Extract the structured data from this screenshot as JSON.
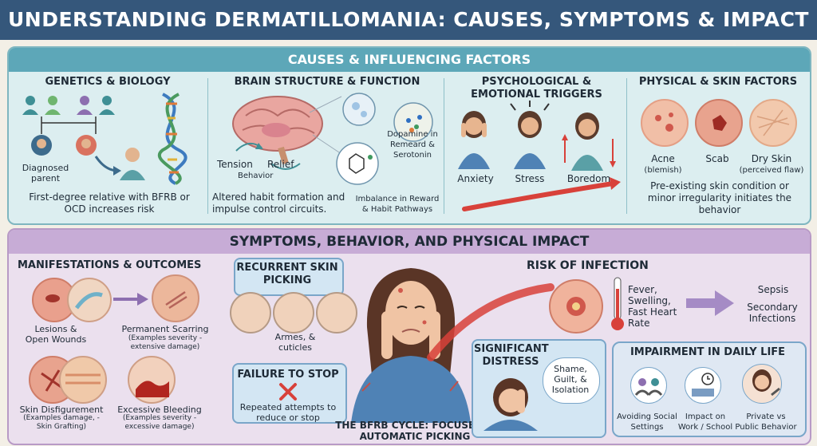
{
  "title": "UNDERSTANDING DERMATILLOMANIA: CAUSES, SYMPTOMS & IMPACT",
  "causes": {
    "heading": "CAUSES & INFLUENCING FACTORS",
    "genetics": {
      "heading": "GENETICS & BIOLOGY",
      "diagnosed_label": "Diagnosed parent",
      "caption": "First-degree relative with BFRB or OCD increases risk"
    },
    "brain": {
      "heading": "BRAIN STRUCTURE & FUNCTION",
      "tension": "Tension",
      "relief": "Relief",
      "behavior": "Behavior",
      "dopamine": "Dopamine in Remeard & Serotonin",
      "caption": "Altered habit formation and impulse control circuits.",
      "imbalance": "Imbalance in Reward & Habit Pathways"
    },
    "psych": {
      "heading": "PSYCHOLOGICAL & EMOTIONAL TRIGGERS",
      "anxiety": "Anxiety",
      "stress": "Stress",
      "boredom": "Boredom"
    },
    "physical": {
      "heading": "PHYSICAL & SKIN FACTORS",
      "acne": "Acne",
      "acne_sub": "(blemish)",
      "scab": "Scab",
      "dry": "Dry Skin",
      "dry_sub": "(perceived flaw)",
      "caption": "Pre-existing skin condition or minor irregularity initiates the behavior"
    }
  },
  "symptoms": {
    "heading": "SYMPTOMS, BEHAVIOR, AND PHYSICAL IMPACT",
    "manifest": {
      "heading": "MANIFESTATIONS & OUTCOMES",
      "lesions": "Lesions & Open Wounds",
      "scarring": "Permanent Scarring",
      "scarring_sub": "(Examples severity - extensive damage)",
      "disfig": "Skin Disfigurement",
      "disfig_sub": "(Examples damage, - Skin Grafting)",
      "bleeding": "Excessive Bleeding",
      "bleeding_sub": "(Examples severity - excessive damage)"
    },
    "recurrent": "RECURRENT SKIN PICKING",
    "armes": "Armes, & cuticles",
    "failure": {
      "heading": "FAILURE TO STOP",
      "caption": "Repeated attempts to reduce or stop"
    },
    "cycle": "THE BFRB CYCLE: FOCUSED & AUTOMATIC PICKING",
    "distress": {
      "heading": "SIGNIFICANT DISTRESS",
      "bubble": "Shame, Guilt, & Isolation"
    },
    "infection": {
      "heading": "RISK OF INFECTION",
      "signs": "Fever, Swelling, Fast Heart Rate",
      "sepsis": "Sepsis",
      "secondary": "Secondary Infections"
    },
    "daily": {
      "heading": "IMPAIRMENT IN DAILY LIFE",
      "avoid": "Avoiding Social Settings",
      "impact": "Impact on Work / School",
      "private": "Private vs Public Behavior"
    }
  },
  "colors": {
    "title_bg": "#35577b",
    "causes_bg": "#dceef0",
    "symptoms_bg": "#ebe0ee",
    "accent_red": "#d8413a",
    "accent_teal": "#5da7b8"
  }
}
